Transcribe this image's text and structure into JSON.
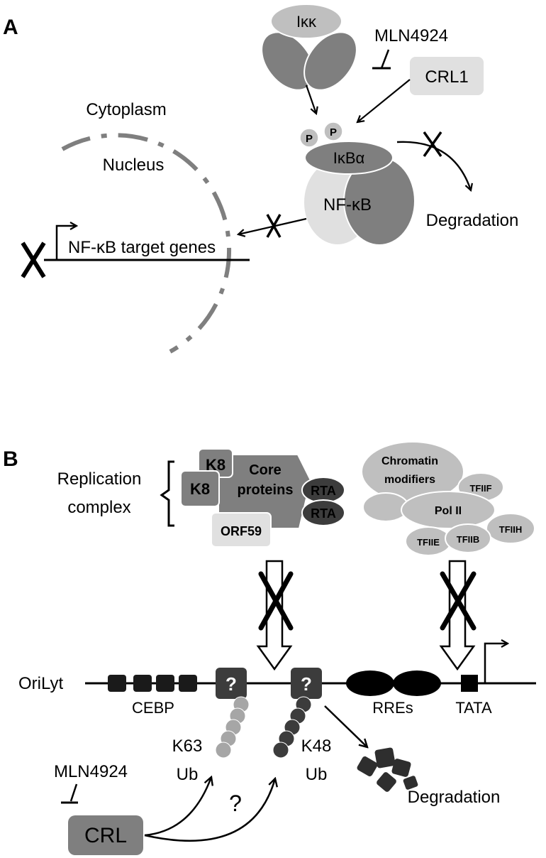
{
  "panel_a": {
    "label": "A",
    "ikk": "Iκκ",
    "inhibitor": "MLN4924",
    "crl1": "CRL1",
    "phospho": "P",
    "ikba": "IκBα",
    "nfkb": "NF-κB",
    "cytoplasm": "Cytoplasm",
    "nucleus": "Nucleus",
    "degradation": "Degradation",
    "target_genes": "NF-κB target genes"
  },
  "panel_b": {
    "label": "B",
    "replication_line1": "Replication",
    "replication_line2": "complex",
    "k8": "K8",
    "core_line1": "Core",
    "core_line2": "proteins",
    "rta": "RTA",
    "orf59": "ORF59",
    "chromatin_line1": "Chromatin",
    "chromatin_line2": "modifiers",
    "tfiif": "TFIIF",
    "pol2": "Pol II",
    "tfiie": "TFIIE",
    "tfiib": "TFIIB",
    "tfiih": "TFIIH",
    "orilyt": "OriLyt",
    "cebp": "CEBP",
    "rres": "RREs",
    "tata": "TATA",
    "question": "?",
    "k63": "K63",
    "k48": "K48",
    "ub": "Ub",
    "inhibitor": "MLN4924",
    "crl": "CRL",
    "degradation": "Degradation"
  },
  "colors": {
    "dark": "#3c3c3c",
    "mid": "#7f7f7f",
    "light": "#bfbfbf",
    "pale": "#e0e0e0"
  }
}
